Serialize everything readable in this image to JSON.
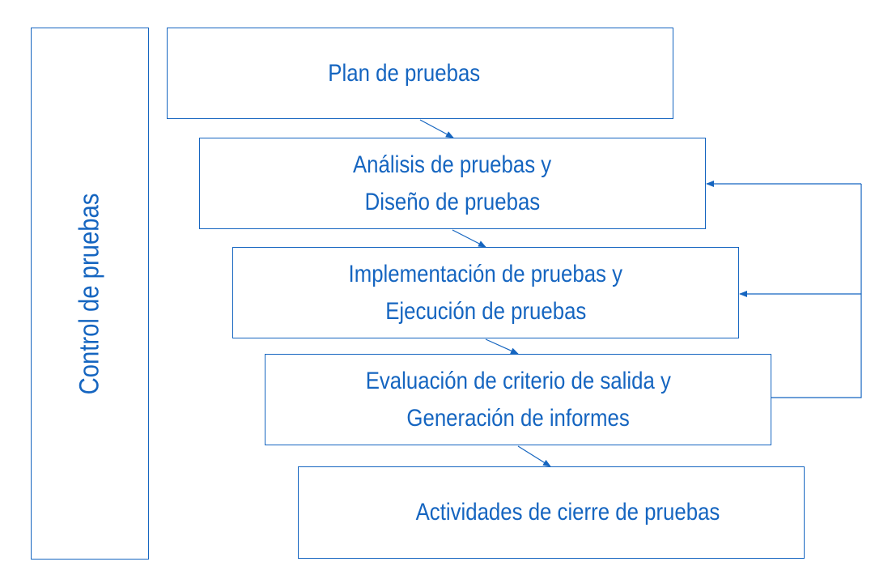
{
  "colors": {
    "accent": "#1565c0",
    "background": "#ffffff"
  },
  "control": {
    "label": "Control de pruebas"
  },
  "stages": {
    "plan": {
      "line1": "Plan de pruebas"
    },
    "analisis": {
      "line1": "Análisis de pruebas y",
      "line2": "Diseño de pruebas"
    },
    "implementacion": {
      "line1": "Implementación de pruebas y",
      "line2": "Ejecución de pruebas"
    },
    "evaluacion": {
      "line1": "Evaluación de criterio de salida y",
      "line2": "Generación de informes"
    },
    "cierre": {
      "line1": "Actividades de cierre de pruebas"
    }
  }
}
